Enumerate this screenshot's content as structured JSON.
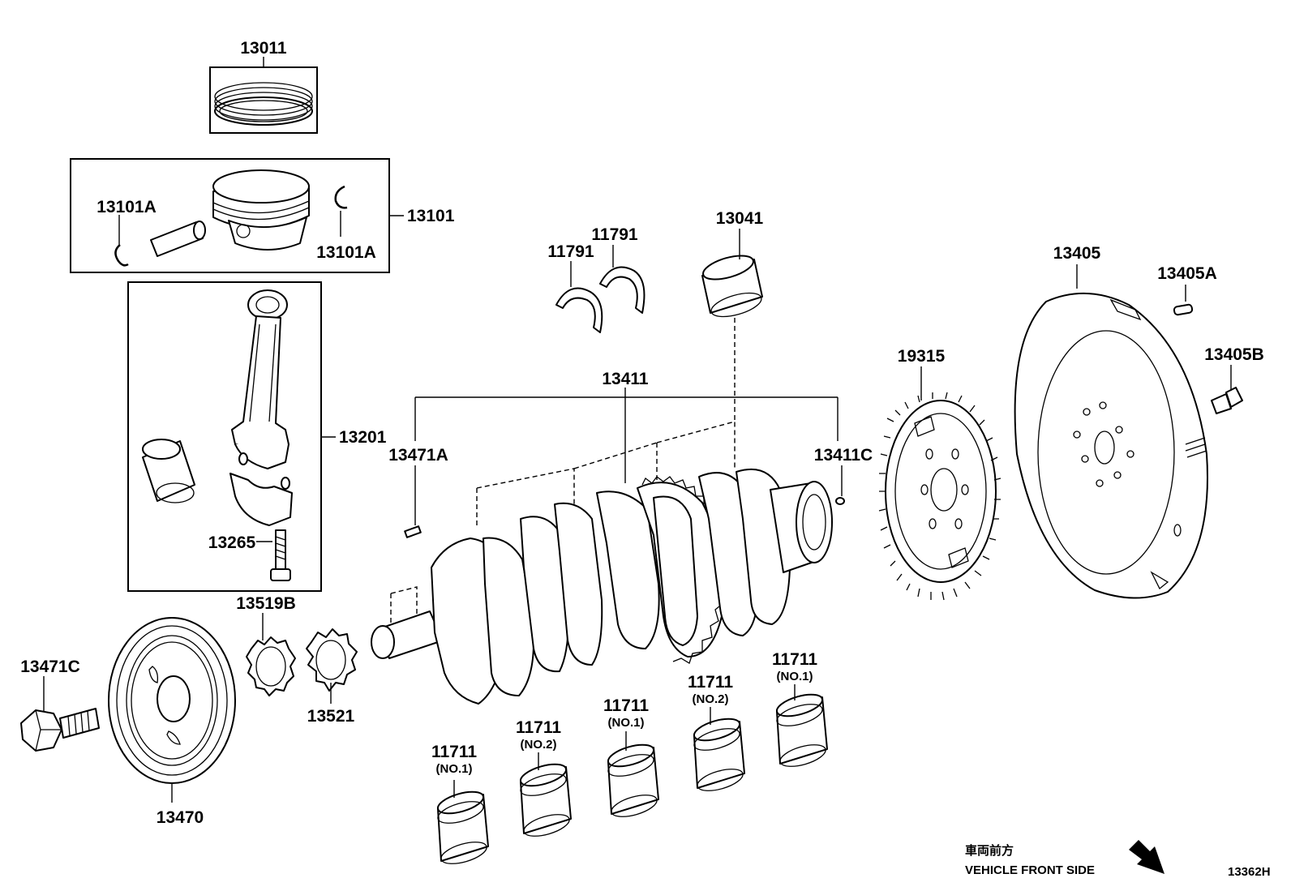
{
  "labels": {
    "p13011": "13011",
    "p13101": "13101",
    "p13101a_left": "13101A",
    "p13101a_right": "13101A",
    "p13201": "13201",
    "p13265": "13265",
    "p13519b": "13519B",
    "p13521": "13521",
    "p13471c": "13471C",
    "p13470": "13470",
    "p13471a": "13471A",
    "p13411": "13411",
    "p13411c": "13411C",
    "p11791_left": "11791",
    "p11791_right": "11791",
    "p13041": "13041",
    "p19315": "19315",
    "p13405": "13405",
    "p13405a": "13405A",
    "p13405b": "13405B",
    "bearing1": {
      "num": "11711",
      "sub": "(NO.1)"
    },
    "bearing2": {
      "num": "11711",
      "sub": "(NO.2)"
    },
    "bearing3": {
      "num": "11711",
      "sub": "(NO.1)"
    },
    "bearing4": {
      "num": "11711",
      "sub": "(NO.2)"
    },
    "bearing5": {
      "num": "11711",
      "sub": "(NO.1)"
    }
  },
  "footer": {
    "direction_jp": "車両前方",
    "direction_en": "VEHICLE FRONT SIDE",
    "diagram_code": "13362H"
  }
}
